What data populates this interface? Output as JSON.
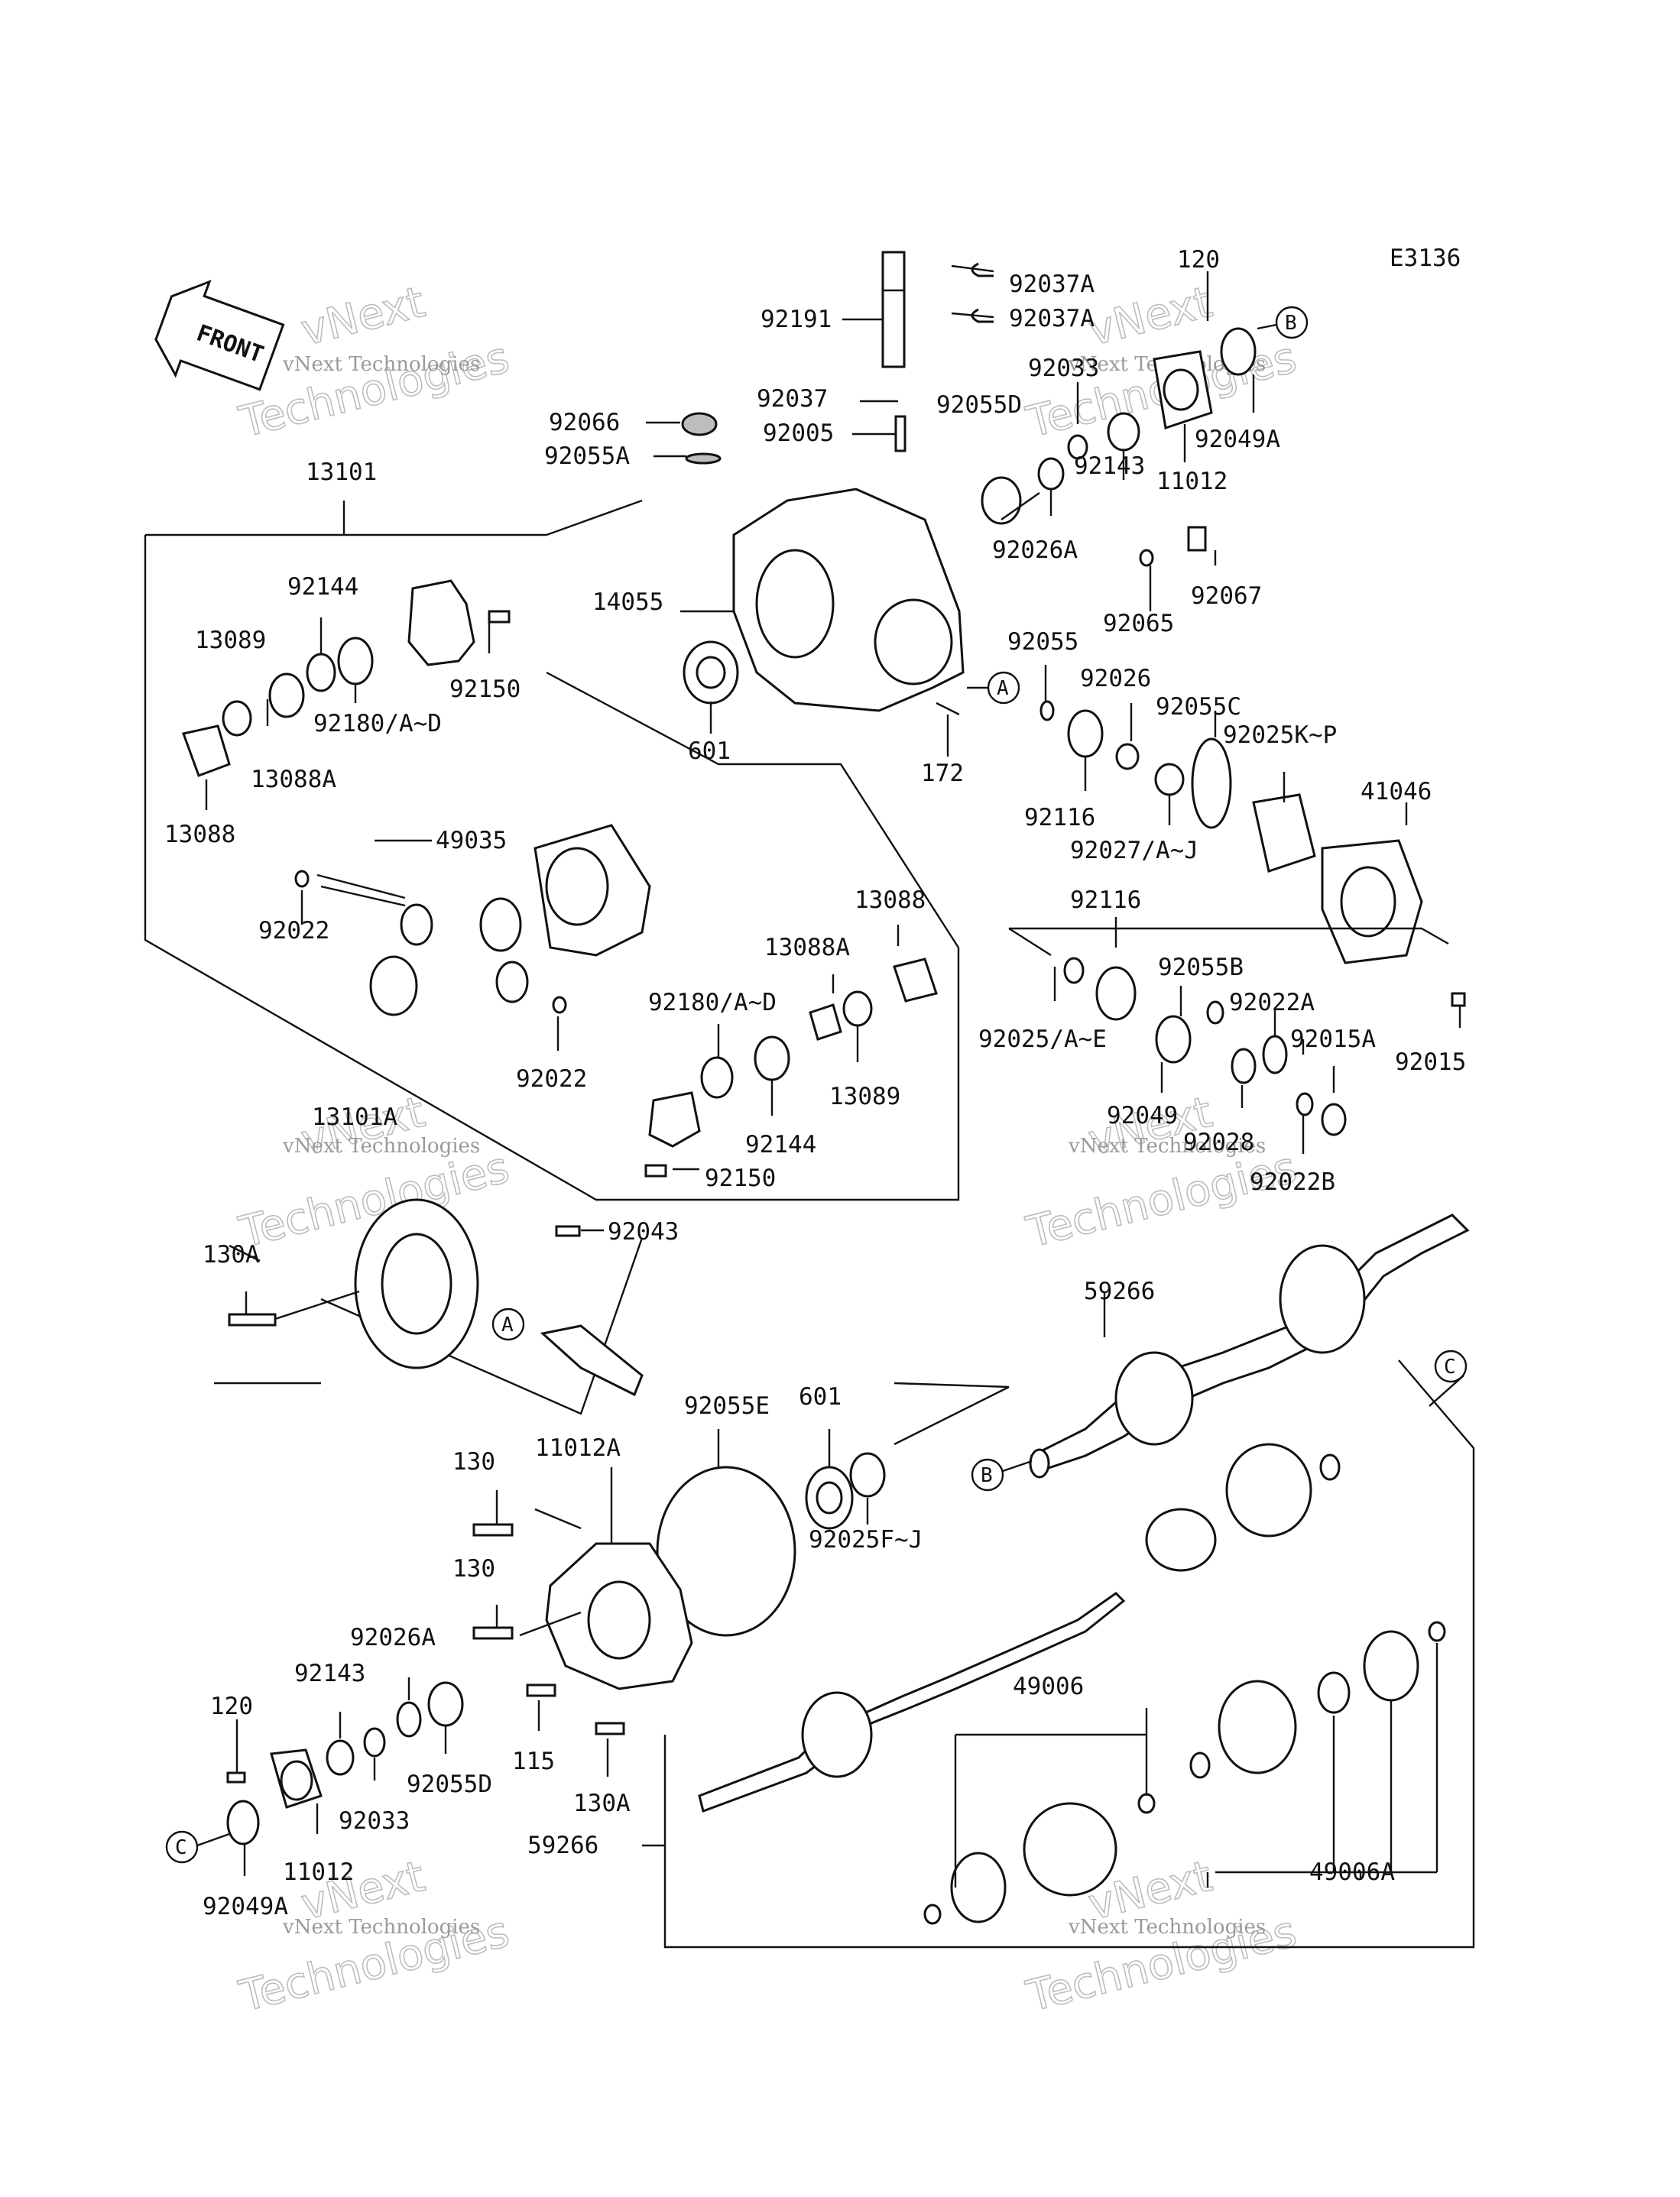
{
  "diagram_code": "E3136",
  "front_label": "FRONT",
  "watermark": {
    "line1": "vNext",
    "line2": "Technologies",
    "caption": "vNext Technologies"
  },
  "callouts": {
    "a": "A",
    "b": "B",
    "c": "C"
  },
  "parts": {
    "p92037A_1": "92037A",
    "p92037A_2": "92037A",
    "p120_top": "120",
    "p92191": "92191",
    "p92033_top": "92033",
    "p92037": "92037",
    "p92055D_top": "92055D",
    "p92066": "92066",
    "p92005": "92005",
    "p92055A": "92055A",
    "p92049A_top": "92049A",
    "p92143_top": "92143",
    "p11012_top": "11012",
    "p13101": "13101",
    "p92026A_top": "92026A",
    "p92067": "92067",
    "p92144_top": "92144",
    "p14055": "14055",
    "p92065": "92065",
    "p13089_left": "13089",
    "p92150_top": "92150",
    "p92055_mid": "92055",
    "p92026_mid": "92026",
    "p92180_left": "92180/A~D",
    "p92055C": "92055C",
    "p601_top": "601",
    "p92025KP": "92025K~P",
    "p13088A_left": "13088A",
    "p172": "172",
    "p41046": "41046",
    "p92116_1": "92116",
    "p13088_left": "13088",
    "p49035": "49035",
    "p92027AJ": "92027/A~J",
    "p92022_1": "92022",
    "p13088_right": "13088",
    "p92116_2": "92116",
    "p13088A_right": "13088A",
    "p92055B": "92055B",
    "p92180_right": "92180/A~D",
    "p92025AE": "92025/A~E",
    "p92022A": "92022A",
    "p92015A": "92015A",
    "p92022_2": "92022",
    "p13089_right": "13089",
    "p92015": "92015",
    "p92144_bot": "92144",
    "p92049": "92049",
    "p13101A": "13101A",
    "p92028": "92028",
    "p92150_bot": "92150",
    "p92022B": "92022B",
    "p92043": "92043",
    "p130A_top": "130A",
    "p59266_top": "59266",
    "p92055E": "92055E",
    "p601_bot": "601",
    "p11012A": "11012A",
    "p130_1": "130",
    "p92025FJ": "92025F~J",
    "p130_2": "130",
    "p92026A_bot": "92026A",
    "p92143_bot": "92143",
    "p49006": "49006",
    "p120_bot": "120",
    "p115": "115",
    "p92055D_bot": "92055D",
    "p92033_bot": "92033",
    "p130A_bot": "130A",
    "p59266_bot": "59266",
    "p11012_bot": "11012",
    "p49006A": "49006A",
    "p92049A_bot": "92049A"
  }
}
